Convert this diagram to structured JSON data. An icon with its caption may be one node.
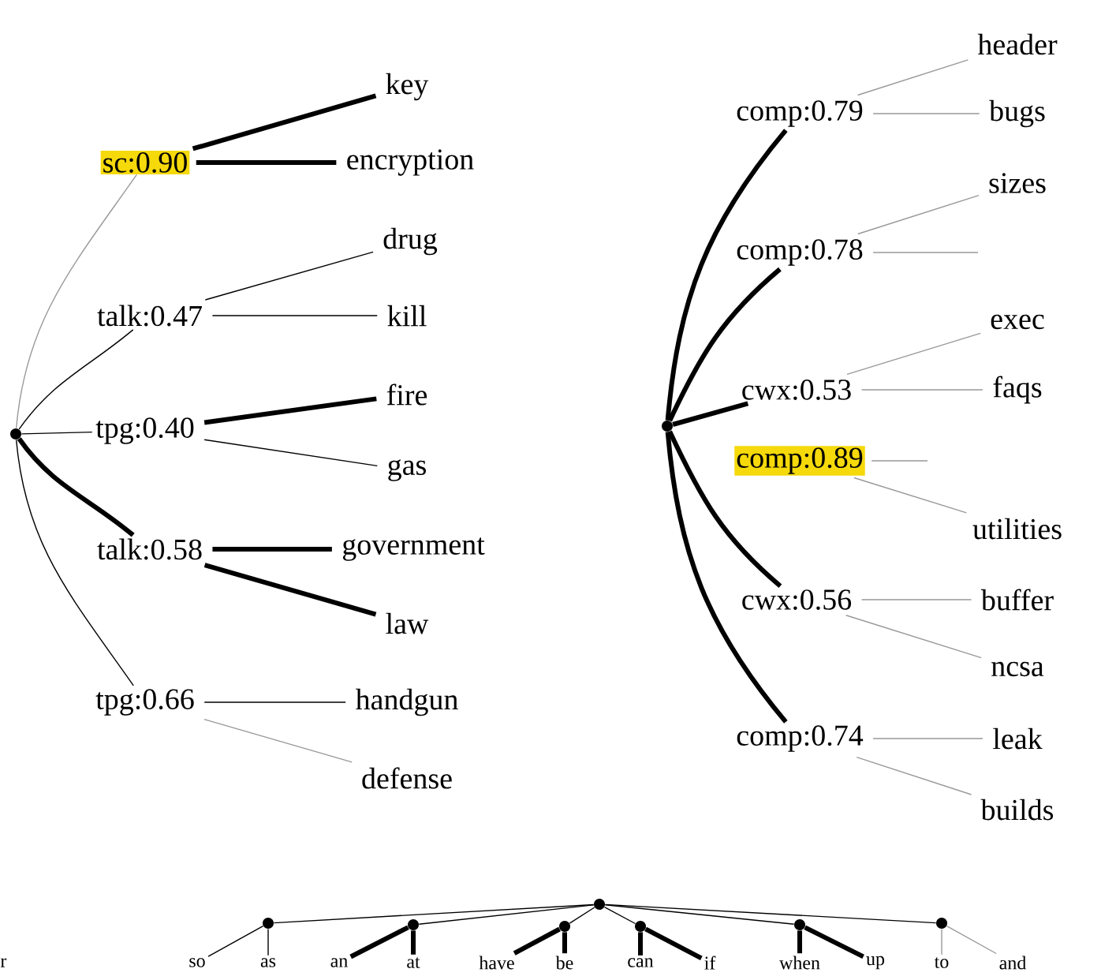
{
  "diagram": {
    "nodes": [
      {
        "text": [],
        "shape": "circle"
      },
      {
        "text": [
          "sc:0.90"
        ]
      },
      {
        "text": [
          "key"
        ]
      },
      {
        "text": [
          "encryption"
        ]
      },
      {
        "text": [
          "talk:0.47"
        ]
      },
      {
        "text": [
          "drug"
        ]
      },
      {
        "text": [
          "kill"
        ]
      },
      {
        "text": [
          "tpg:0.40"
        ]
      },
      {
        "text": [
          "fire"
        ]
      },
      {
        "text": [
          "gas"
        ]
      },
      {
        "text": [
          "talk:0.58"
        ]
      },
      {
        "text": [
          "government"
        ]
      },
      {
        "text": [
          "law"
        ]
      },
      {
        "text": [
          "tpg:0.66"
        ]
      },
      {
        "text": [
          "handgun"
        ]
      },
      {
        "text": [
          "defense"
        ]
      },
      {
        "text": [],
        "shape": "circle"
      },
      {
        "text": [
          "comp:0.79"
        ]
      },
      {
        "text": [
          "header"
        ]
      },
      {
        "text": [
          "bugs"
        ]
      },
      {
        "text": [
          "comp:0.78"
        ]
      },
      {
        "text": [
          "sizes"
        ]
      },
      {
        "text": [
          "cwx:0.53"
        ]
      },
      {
        "text": [
          "exec"
        ]
      },
      {
        "text": [
          "faqs"
        ]
      },
      {
        "text": [
          "comp:0.89"
        ]
      },
      {
        "text": [
          "utilities"
        ]
      },
      {
        "text": [
          "cwx:0.56"
        ]
      },
      {
        "text": [
          "buffer"
        ]
      },
      {
        "text": [
          "ncsa"
        ]
      },
      {
        "text": [
          "comp:0.74"
        ]
      },
      {
        "text": [
          "leak"
        ]
      },
      {
        "text": [
          "builds"
        ]
      },
      {
        "text": [],
        "shape": "circle"
      },
      {
        "text": [],
        "shape": "circle"
      },
      {
        "text": [],
        "shape": "circle"
      },
      {
        "text": [],
        "shape": "circle"
      },
      {
        "text": [],
        "shape": "circle"
      },
      {
        "text": [],
        "shape": "circle"
      },
      {
        "text": [],
        "shape": "circle"
      },
      {
        "text": [
          "so"
        ]
      },
      {
        "text": [
          "as"
        ]
      },
      {
        "text": [
          "an"
        ]
      },
      {
        "text": [
          "at"
        ]
      },
      {
        "text": [
          "have"
        ]
      },
      {
        "text": [
          "be"
        ]
      },
      {
        "text": [
          "can"
        ]
      },
      {
        "text": [
          "if"
        ]
      },
      {
        "text": [
          "when"
        ]
      },
      {
        "text": [
          "up"
        ]
      },
      {
        "text": [
          "to"
        ]
      },
      {
        "text": [
          "and"
        ]
      }
    ],
    "edges": [
      {
        "from": 0,
        "to": 1,
        "arrow": "none",
        "color": "#999999"
      },
      {
        "from": 0,
        "to": 4,
        "arrow": "none"
      },
      {
        "from": 0,
        "to": 7,
        "arrow": "none"
      },
      {
        "from": 0,
        "to": 10,
        "arrow": "none",
        "style": "thick"
      },
      {
        "from": 0,
        "to": 13,
        "arrow": "none"
      },
      {
        "from": 1,
        "to": 2,
        "arrow": "none",
        "style": "thick"
      },
      {
        "from": 1,
        "to": 3,
        "arrow": "none",
        "style": "thick"
      },
      {
        "from": 4,
        "to": 5,
        "arrow": "none"
      },
      {
        "from": 4,
        "to": 6,
        "arrow": "none"
      },
      {
        "from": 7,
        "to": 8,
        "arrow": "none",
        "style": "thick"
      },
      {
        "from": 7,
        "to": 9,
        "arrow": "none"
      },
      {
        "from": 10,
        "to": 11,
        "arrow": "none",
        "style": "thick"
      },
      {
        "from": 10,
        "to": 12,
        "arrow": "none",
        "style": "thick"
      },
      {
        "from": 13,
        "to": 14,
        "arrow": "none"
      },
      {
        "from": 13,
        "to": 15,
        "arrow": "none",
        "color": "#999999"
      },
      {
        "from": 16,
        "to": 17,
        "arrow": "none",
        "style": "thick"
      },
      {
        "from": 16,
        "to": 20,
        "arrow": "none",
        "style": "thick"
      },
      {
        "from": 16,
        "to": 22,
        "arrow": "none",
        "style": "thick"
      },
      {
        "from": 16,
        "to": 27,
        "arrow": "none",
        "style": "thick"
      },
      {
        "from": 16,
        "to": 30,
        "arrow": "none",
        "style": "thick"
      },
      {
        "from": 17,
        "to": 18,
        "arrow": "none",
        "color": "#999999"
      },
      {
        "from": 17,
        "to": 19,
        "arrow": "none",
        "color": "#999999"
      },
      {
        "from": 20,
        "to": 21,
        "arrow": "none",
        "color": "#999999"
      },
      {
        "from": 20,
        "to": null,
        "arrow": "none",
        "color": "#999999"
      },
      {
        "from": 22,
        "to": 23,
        "arrow": "none",
        "color": "#999999"
      },
      {
        "from": 22,
        "to": 24,
        "arrow": "none",
        "color": "#999999"
      },
      {
        "from": 25,
        "to": null,
        "arrow": "none",
        "color": "#999999"
      },
      {
        "from": 25,
        "to": 26,
        "arrow": "none",
        "color": "#999999"
      },
      {
        "from": 27,
        "to": 28,
        "arrow": "none",
        "color": "#999999"
      },
      {
        "from": 27,
        "to": 29,
        "arrow": "none",
        "color": "#999999"
      },
      {
        "from": 30,
        "to": 31,
        "arrow": "none",
        "color": "#999999"
      },
      {
        "from": 30,
        "to": 32,
        "arrow": "none",
        "color": "#999999"
      },
      {
        "from": 33,
        "to": 34,
        "arrow": "none"
      },
      {
        "from": 33,
        "to": 35,
        "arrow": "none"
      },
      {
        "from": 33,
        "to": 36,
        "arrow": "none"
      },
      {
        "from": 33,
        "to": 37,
        "arrow": "none"
      },
      {
        "from": 33,
        "to": 38,
        "arrow": "none"
      },
      {
        "from": 33,
        "to": 39,
        "arrow": "none"
      },
      {
        "from": 34,
        "to": 40,
        "arrow": "none"
      },
      {
        "from": 34,
        "to": 41,
        "arrow": "none"
      },
      {
        "from": 35,
        "to": 42,
        "arrow": "none",
        "style": "thick"
      },
      {
        "from": 35,
        "to": 43,
        "arrow": "none",
        "style": "thick"
      },
      {
        "from": 36,
        "to": 44,
        "arrow": "none",
        "style": "thick"
      },
      {
        "from": 36,
        "to": 45,
        "arrow": "none",
        "style": "thick"
      },
      {
        "from": 37,
        "to": 46,
        "arrow": "none",
        "style": "thick"
      },
      {
        "from": 37,
        "to": 47,
        "arrow": "none",
        "style": "thick"
      },
      {
        "from": 38,
        "to": 48,
        "arrow": "none",
        "style": "thick"
      },
      {
        "from": 38,
        "to": 49,
        "arrow": "none",
        "style": "thick"
      },
      {
        "from": 39,
        "to": 50,
        "arrow": "none",
        "color": "#999999"
      },
      {
        "from": 39,
        "to": 51,
        "arrow": "none",
        "color": "#999999"
      }
    ],
    "labels": [
      "r"
    ]
  }
}
